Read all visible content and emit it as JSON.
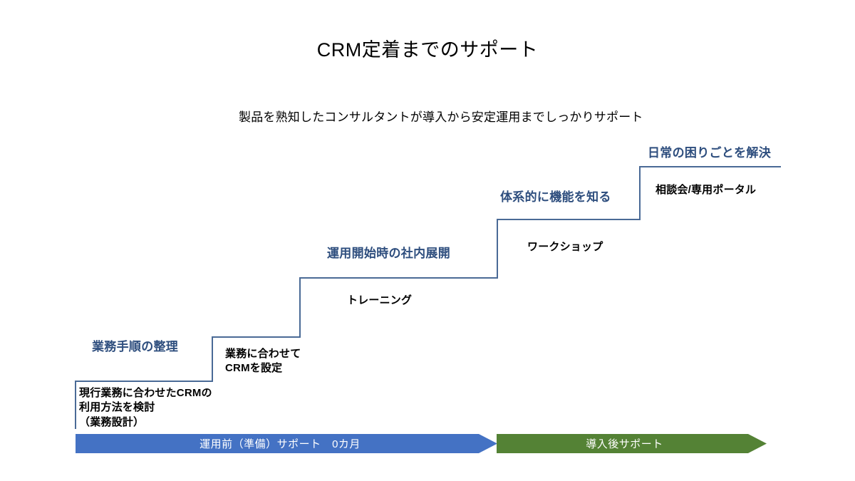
{
  "slide": {
    "title": "CRM定着までのサポート",
    "subtitle": "製品を熟知したコンサルタントが導入から安定運用までしっかりサポート",
    "colors": {
      "heading_blue": "#2E4E7E",
      "bar_blue": "#4472C4",
      "bar_green": "#548235",
      "stair_line": "#4A6A96",
      "body_text": "#000000",
      "background": "#FFFFFF"
    }
  },
  "steps": [
    {
      "index": 1,
      "heading": "業務手順の整理",
      "body": "現行業務に合わせたCRMの\n利用方法を検討\n（業務設計）"
    },
    {
      "index": 2,
      "heading": "",
      "body": "業務に合わせて\nCRMを設定"
    },
    {
      "index": 3,
      "heading": "運用開始時の社内展開",
      "body": "トレーニング"
    },
    {
      "index": 4,
      "heading": "体系的に機能を知る",
      "body": "ワークショップ"
    },
    {
      "index": 5,
      "heading": "日常の困りごとを解決",
      "body": "相談会/専用ポータル"
    }
  ],
  "timeline": {
    "bars": [
      {
        "label": "運用前（準備）サポート　0カ月",
        "color": "#4472C4"
      },
      {
        "label": "導入後サポート",
        "color": "#548235"
      }
    ]
  }
}
